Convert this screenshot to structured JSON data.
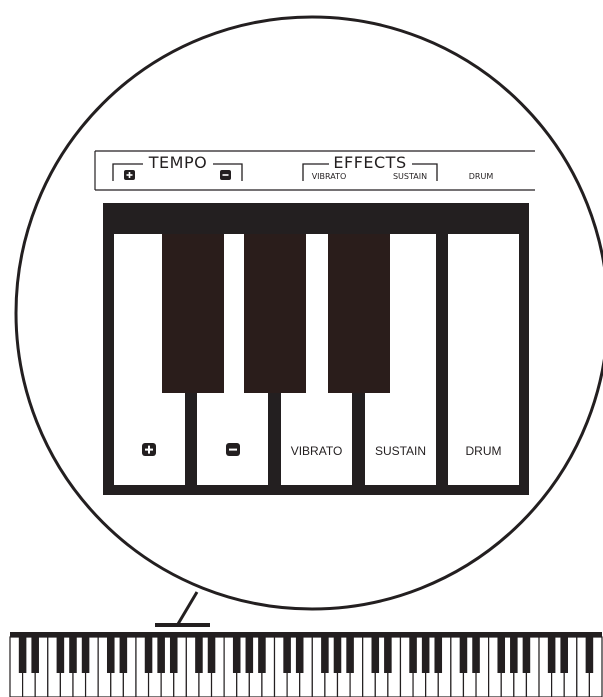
{
  "panel": {
    "tempo_label": "TEMPO",
    "effects_label": "EFFECTS",
    "vibrato_label": "VIBRATO",
    "sustain_label": "SUSTAIN",
    "drum_label": "DRUM",
    "plus_icon": "plus-icon",
    "minus_icon": "minus-icon"
  },
  "keys": {
    "white_keys": [
      {
        "label": "",
        "icon": "plus-icon"
      },
      {
        "label": "",
        "icon": "minus-icon"
      },
      {
        "label": "VIBRATO"
      },
      {
        "label": "SUSTAIN"
      },
      {
        "label": "DRUM"
      }
    ],
    "black_key_count": 3
  },
  "keyboard": {
    "white_key_count": 47
  },
  "colors": {
    "ink": "#231f20",
    "paper": "#ffffff",
    "black_key": "#2a1d1b"
  }
}
